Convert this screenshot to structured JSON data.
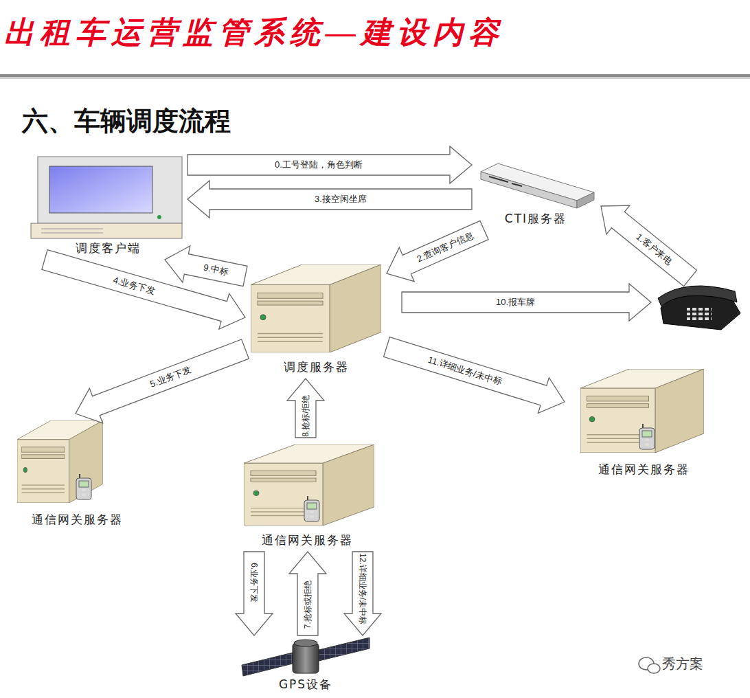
{
  "diagram": {
    "title": "出租车运营监管系统—建设内容",
    "nodes": [
      {
        "text": [
          "调度客户端"
        ]
      },
      {
        "text": [
          "CTI服务器"
        ]
      },
      {
        "text": [
          "调度服务器"
        ]
      },
      {
        "text": [
          "通信网关服务器"
        ]
      },
      {
        "text": [
          "通信网关服务器"
        ]
      },
      {
        "text": [
          "通信网关服务器"
        ]
      },
      {
        "text": [
          "GPS设备"
        ]
      }
    ],
    "edges": [
      {
        "from": 0,
        "to": 1,
        "label": "0.工号登陆，角色判断",
        "arrow": "to"
      },
      {
        "from": 1,
        "to": 0,
        "label": "3.接空闲坐席",
        "arrow": "to"
      },
      {
        "from": 1,
        "to": 2,
        "label": "2.查询客户信息",
        "arrow": "to"
      },
      {
        "from": 2,
        "to": 0,
        "label": "9.中标",
        "arrow": "to"
      },
      {
        "from": 0,
        "to": 2,
        "label": "4.业务下发",
        "arrow": "to"
      },
      {
        "from": 2,
        "to": 3,
        "label": "5.业务下发",
        "arrow": "to"
      },
      {
        "from": 4,
        "to": 2,
        "label": "8.抢标/拒绝",
        "arrow": "to"
      },
      {
        "from": 2,
        "to": 5,
        "label": "11.详细业务/未中标",
        "arrow": "to"
      },
      {
        "from": 4,
        "to": 6,
        "label": "6.业务下发",
        "arrow": "to"
      },
      {
        "from": 6,
        "to": 4,
        "label": "7.抢标或拒绝",
        "arrow": "to"
      },
      {
        "from": 4,
        "to": 6,
        "label": "12.详细业务/未中标",
        "arrow": "to"
      }
    ],
    "labels": [
      "六、车辆调度流程",
      "1.客户来电",
      "10.报车牌",
      "秀方案"
    ]
  }
}
